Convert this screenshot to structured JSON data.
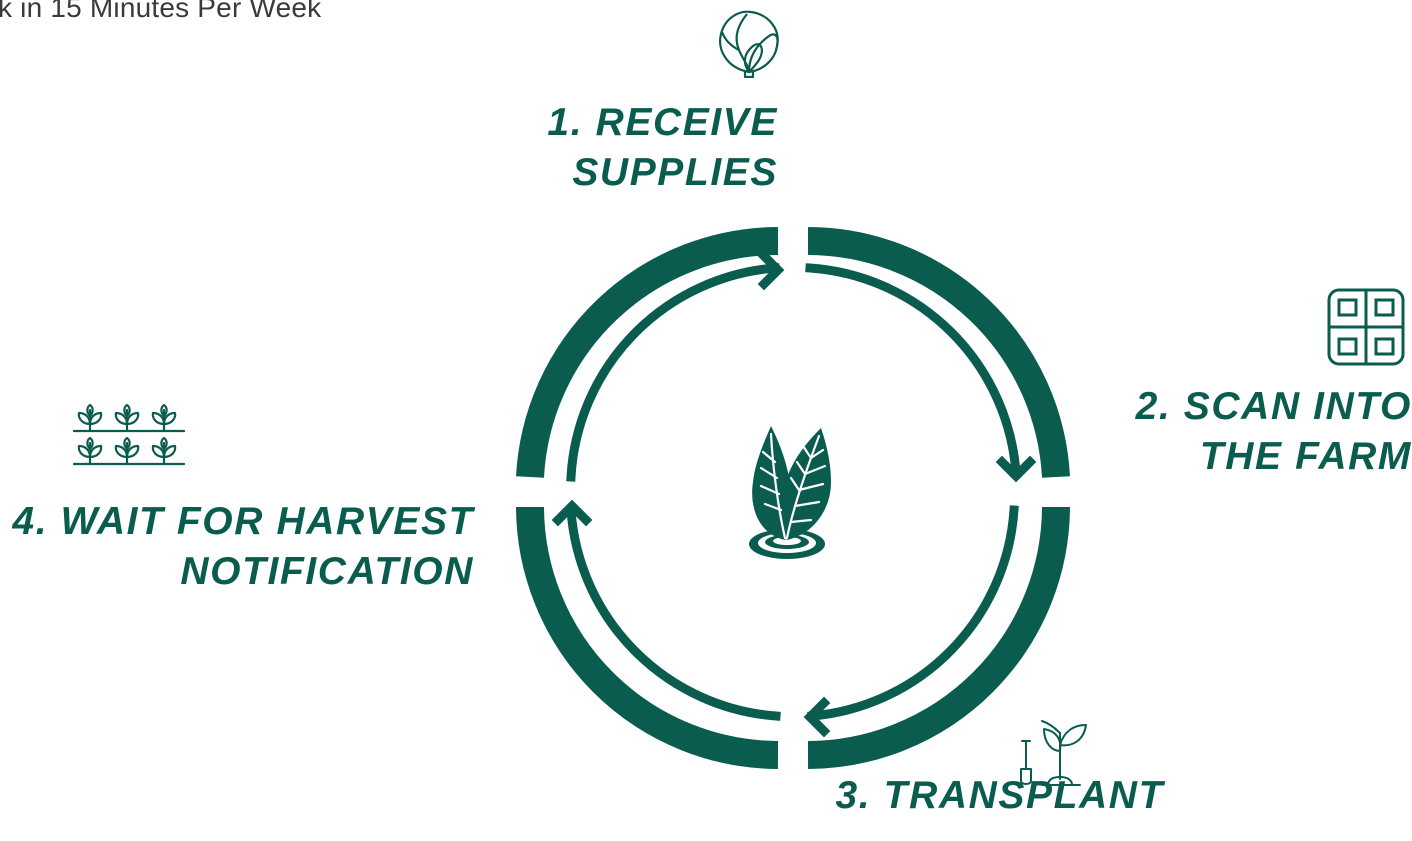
{
  "header": {
    "subtitle": "k in 15 Minutes Per Week"
  },
  "steps": [
    {
      "number": "1.",
      "line1": "1. RECEIVE",
      "line2": "SUPPLIES",
      "icon": "lettuce-icon"
    },
    {
      "number": "2.",
      "line1": "2. SCAN INTO",
      "line2": "THE FARM",
      "icon": "qr-code-icon"
    },
    {
      "number": "3.",
      "line1": "3. TRANSPLANT",
      "line2": "",
      "icon": "seedling-shovel-icon"
    },
    {
      "number": "4.",
      "line1": "4. WAIT FOR HARVEST",
      "line2": "NOTIFICATION",
      "icon": "crop-rows-icon"
    }
  ],
  "center": {
    "icon": "leaves-logo-icon"
  },
  "colors": {
    "primary": "#0a5c4f",
    "text": "#3a3a3a",
    "background": "#ffffff"
  }
}
